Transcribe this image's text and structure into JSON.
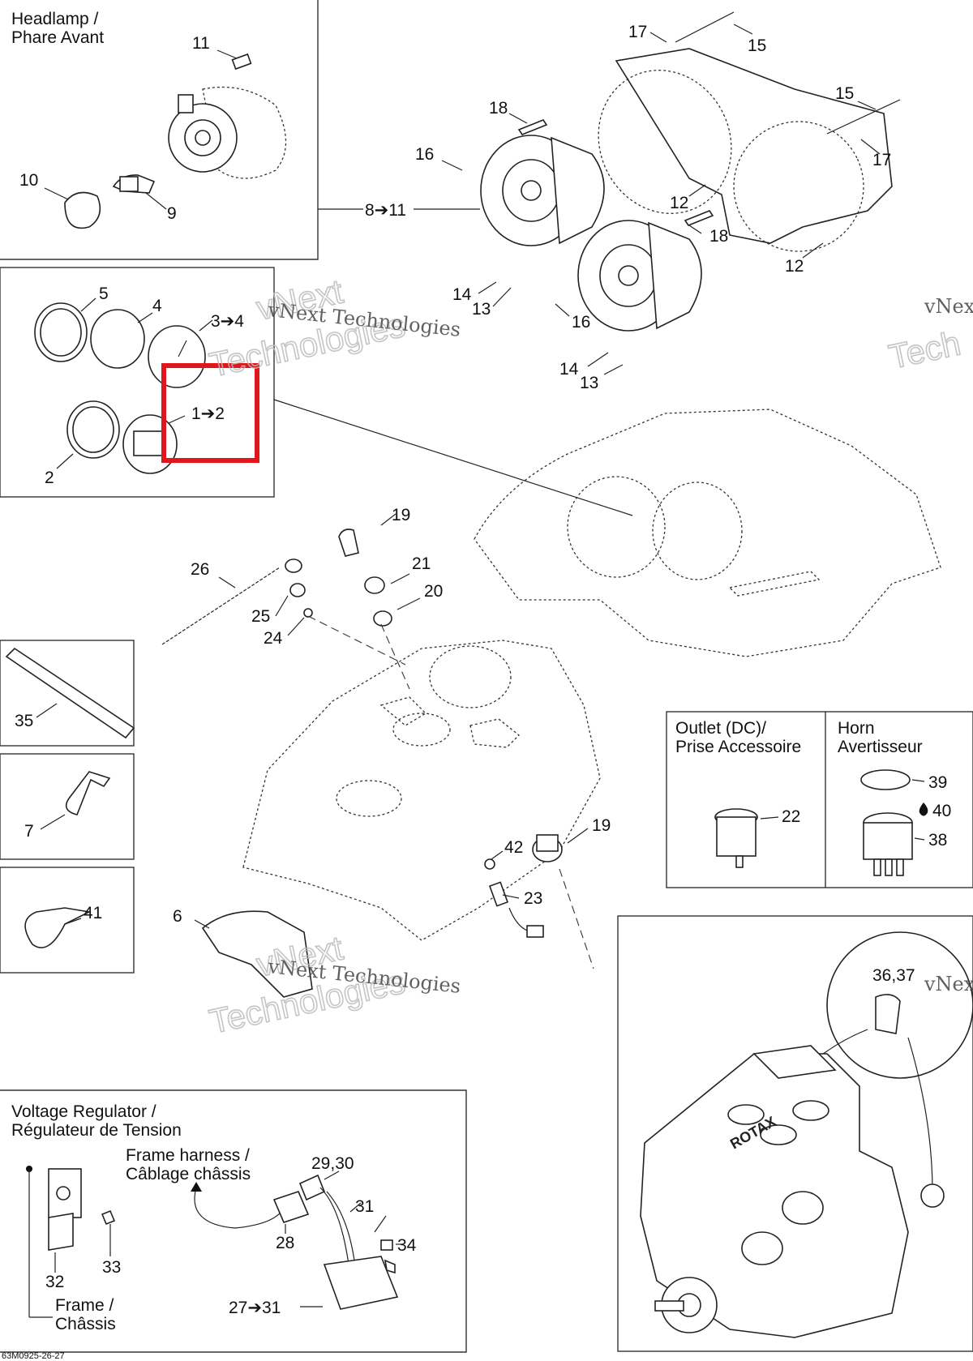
{
  "boxes": {
    "headlamp": [
      "Headlamp /",
      "Phare Avant"
    ],
    "outlet": [
      "Outlet (DC)/",
      "Prise Accessoire"
    ],
    "horn": [
      "Horn",
      "Avertisseur"
    ],
    "regulator": [
      "Voltage Regulator /",
      "Régulateur de Tension"
    ],
    "frame_harness": [
      "Frame harness /",
      "Câblage châssis"
    ],
    "frame": [
      "Frame /",
      "Châssis"
    ]
  },
  "callouts": {
    "c11": "11",
    "c10": "10",
    "c9": "9",
    "c8_11": "8➔11",
    "c5": "5",
    "c4": "4",
    "c3_4": "3➔4",
    "c1_2": "1➔2",
    "c2": "2",
    "c17a": "17",
    "c15a": "15",
    "c18a": "18",
    "c16a": "16",
    "c15b": "15",
    "c17b": "17",
    "c12a": "12",
    "c18b": "18",
    "c12b": "12",
    "c14a": "14",
    "c13a": "13",
    "c16b": "16",
    "c14b": "14",
    "c13b": "13",
    "c19a": "19",
    "c21": "21",
    "c20": "20",
    "c26": "26",
    "c25": "25",
    "c24": "24",
    "c35": "35",
    "c7": "7",
    "c41": "41",
    "c6": "6",
    "c42": "42",
    "c23": "23",
    "c19b": "19",
    "c22": "22",
    "c39": "39",
    "c40": "40",
    "c38": "38",
    "c36_37": "36,37",
    "c29_30": "29,30",
    "c31": "31",
    "c28": "28",
    "c34": "34",
    "c32": "32",
    "c33": "33",
    "c27_31": "27➔31"
  },
  "watermark": {
    "line1": "vNext Technologies",
    "outline_a": "vNext",
    "outline_b": "Technologies",
    "edge": "vNex",
    "edge_b": "Tech"
  },
  "engine_brand": "ROTAX",
  "figure_code": "63M0925-26-27",
  "colors": {
    "highlight": "#e0161b",
    "ink": "#222222"
  }
}
